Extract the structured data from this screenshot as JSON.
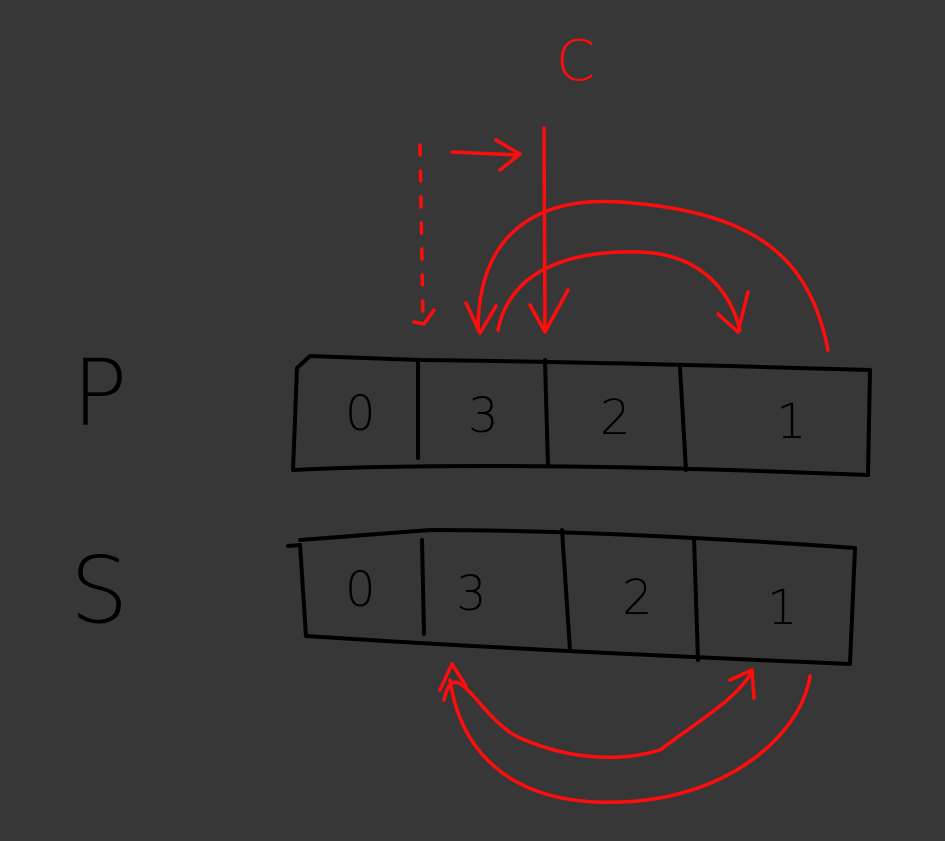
{
  "rows": [
    {
      "label": "P",
      "cells": [
        "0",
        "3",
        "2",
        "1"
      ]
    },
    {
      "label": "S",
      "cells": [
        "0",
        "3",
        "2",
        "1"
      ]
    }
  ],
  "pointer_label": "C",
  "colors": {
    "background": "#373737",
    "ink": "#000000",
    "annotation": "#ff0d0d"
  }
}
